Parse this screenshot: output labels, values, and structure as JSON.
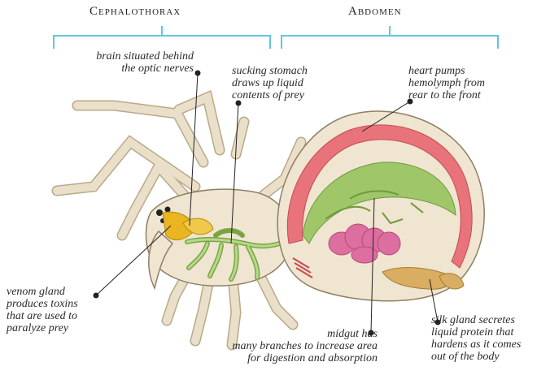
{
  "sections": {
    "cephalothorax": "Cephalothorax",
    "abdomen": "Abdomen"
  },
  "labels": {
    "brain": "brain situated behind\nthe optic nerves",
    "stomach": "sucking stomach\ndraws up liquid\ncontents of prey",
    "heart": "heart pumps\nhemolymph from\nrear to the front",
    "venom": "venom gland\nproduces toxins\nthat are used to\nparalyze prey",
    "midgut": "midgut has\nmany branches to increase area\nfor digestion and absorption",
    "silk": "silk gland secretes\nliquid protein that\nhardens as it comes\nout of the body"
  },
  "colors": {
    "bracket": "#5ec8dc",
    "heart": "#e9737a",
    "gut": "#9fc76a",
    "venom": "#e9b520",
    "silk": "#d9ad62",
    "legs": "#eadfc8",
    "stomach_lobes": "#dc6fa0"
  }
}
